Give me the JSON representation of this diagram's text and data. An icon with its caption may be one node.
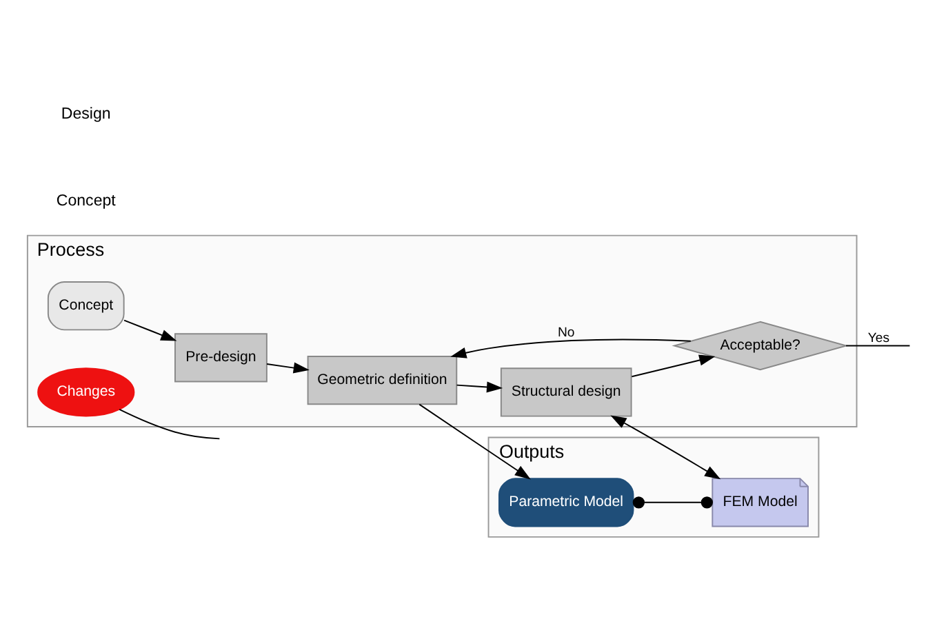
{
  "diagram": {
    "nodes": [
      {
        "text": [
          "Process"
        ]
      },
      {
        "text": [
          "Concept"
        ],
        "in": 0
      },
      {
        "text": [
          "Pre-design"
        ],
        "in": 0
      },
      {
        "text": [
          "Geometric definition"
        ],
        "in": 0
      },
      {
        "text": [
          "Structural design"
        ],
        "in": 0
      },
      {
        "text": [
          "Acceptable?"
        ],
        "in": 0
      },
      {
        "text": [
          "Changes"
        ],
        "in": 0
      },
      {
        "text": [
          "Outputs"
        ]
      },
      {
        "text": [
          "Parametric Model"
        ],
        "in": 7
      },
      {
        "text": [
          "FEM Model"
        ],
        "in": 7
      }
    ],
    "edges": [
      {
        "from": 1,
        "to": 2,
        "arrow": "to"
      },
      {
        "from": 2,
        "to": 3,
        "arrow": "to"
      },
      {
        "from": 3,
        "to": 4,
        "arrow": "to"
      },
      {
        "from": 4,
        "to": 5,
        "arrow": "to"
      },
      {
        "from": 5,
        "to": 3,
        "arrow": "to",
        "label": "No"
      },
      {
        "from": 5,
        "to": null,
        "arrow": "none",
        "label": "Yes"
      },
      {
        "from": 6,
        "to": null,
        "arrow": "none"
      },
      {
        "from": 3,
        "to": 8,
        "arrow": "to"
      },
      {
        "from": 4,
        "to": 9,
        "arrow": "both"
      },
      {
        "from": 8,
        "to": 9,
        "arrow": "other"
      }
    ],
    "labels": [
      "Concept",
      "Design"
    ]
  }
}
